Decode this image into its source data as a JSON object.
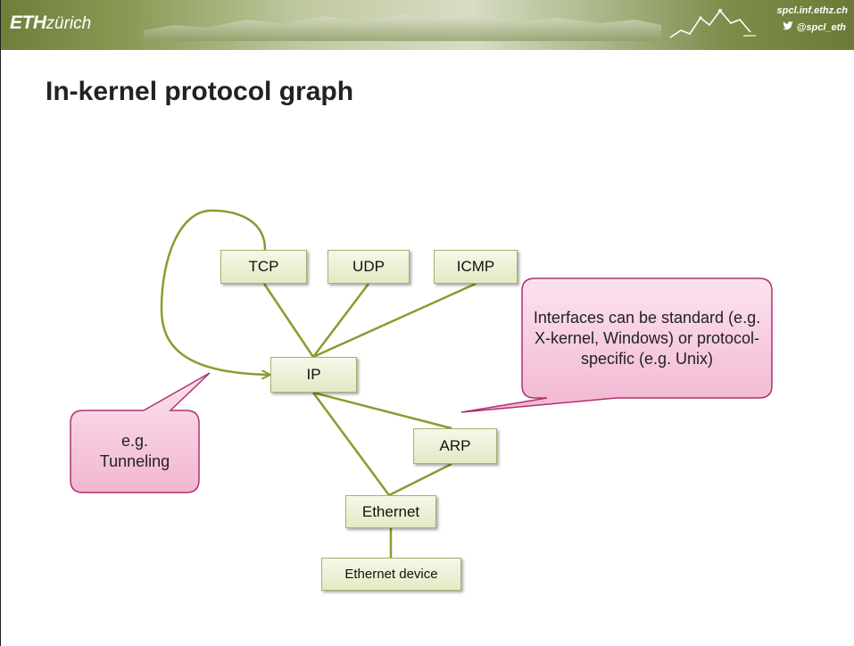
{
  "header": {
    "logo_bold": "ETH",
    "logo_rest": "zürich",
    "site_url": "spcl.inf.ethz.ch",
    "twitter_handle": "@spcl_eth",
    "twitter_icon": "twitter-bird-icon"
  },
  "title": "In-kernel protocol graph",
  "nodes": {
    "tcp": "TCP",
    "udp": "UDP",
    "icmp": "ICMP",
    "ip": "IP",
    "arp": "ARP",
    "ethernet": "Ethernet",
    "ethernet_device": "Ethernet device"
  },
  "callouts": {
    "interfaces": "Interfaces can be standard (e.g. X-kernel, Windows) or protocol-specific (e.g. Unix)",
    "tunneling": "e.g. Tunneling"
  },
  "colors": {
    "edge": "#8c9a2e",
    "node_fill": "#e8ecc8",
    "callout_fill": "#f7cde0",
    "callout_border": "#b0306f"
  }
}
